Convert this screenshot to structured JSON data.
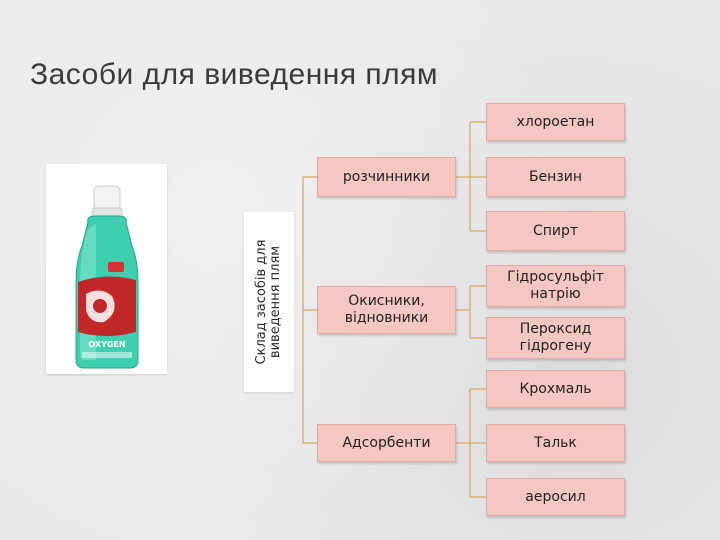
{
  "slide": {
    "title": "Засоби для виведення плям"
  },
  "product_image": {
    "bottle_label_text": "OXYGEN",
    "bottle_color": "#3fcfb0",
    "label_color": "#c0282a"
  },
  "diagram": {
    "root_label": "Склад засобів для виведення плям",
    "categories": [
      {
        "label": "розчинники",
        "items": [
          "хлороетан",
          "Бензин",
          "Спирт"
        ]
      },
      {
        "label": "Окисники, відновники",
        "items": [
          "Гідросульфіт натрію",
          "Пероксид гідрогену"
        ]
      },
      {
        "label": "Адсорбенти",
        "items": [
          "Крохмаль",
          "Тальк",
          "аеросил"
        ]
      }
    ]
  },
  "colors": {
    "box_fill": "#f4c7c2",
    "box_border": "#e0a9a2",
    "connector": "#d9a35c",
    "title_text": "#3b3b3b"
  }
}
